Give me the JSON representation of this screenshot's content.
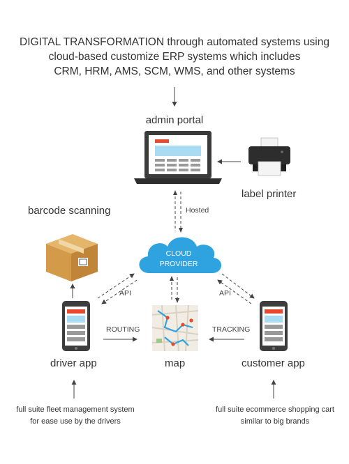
{
  "title": {
    "line1": "DIGITAL TRANSFORMATION through automated systems using",
    "line2": "cloud-based customize ERP systems which includes",
    "line3": "CRM, HRM, AMS, SCM, WMS, and other systems"
  },
  "nodes": {
    "admin_portal": "admin portal",
    "label_printer": "label printer",
    "barcode_scanning": "barcode scanning",
    "cloud_line1": "CLOUD",
    "cloud_line2": "PROVIDER",
    "driver_app": "driver app",
    "map": "map",
    "customer_app": "customer app"
  },
  "edges": {
    "hosted": "Hosted",
    "api_left": "API",
    "api_right": "API",
    "routing": "ROUTING",
    "tracking": "TRACKING"
  },
  "notes": {
    "driver_line1": "full suite fleet management system",
    "driver_line2": "for ease use by the drivers",
    "customer_line1": "full suite ecommerce shopping cart",
    "customer_line2": "similar to big brands"
  },
  "colors": {
    "cloud": "#2ea3e0",
    "phone_body": "#3d3d3d",
    "screen_header": "#e8492e",
    "screen_block": "#a9dcf2",
    "screen_row": "#9a9a9a",
    "box": "#d9a45a"
  }
}
